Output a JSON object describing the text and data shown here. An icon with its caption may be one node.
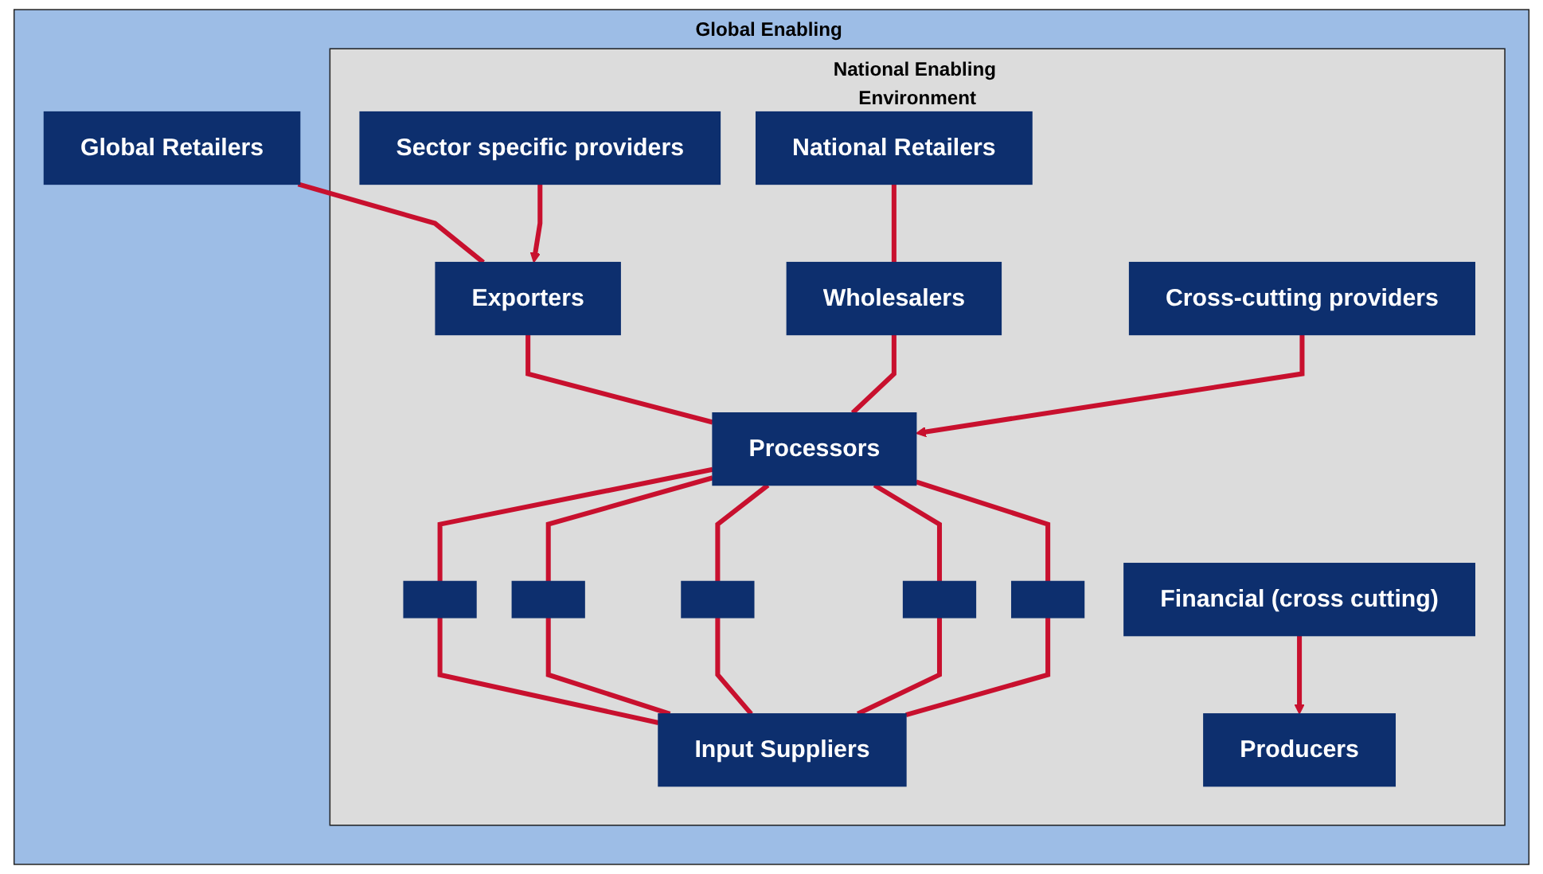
{
  "diagram": {
    "nodes": [
      {
        "text": [
          "Global Enabling Environment"
        ]
      },
      {
        "text": [
          "Global Retailers"
        ],
        "in": 0
      },
      {
        "text": [
          "National Enabling Environment"
        ],
        "in": 0
      },
      {
        "text": [
          "National Retailers"
        ],
        "in": 2
      },
      {
        "text": [
          "Sector specific providers"
        ],
        "in": 2
      },
      {
        "text": [
          "Exporters"
        ],
        "in": 2
      },
      {
        "text": [
          "Wholesalers"
        ],
        "in": 2
      },
      {
        "text": [
          "Cross-cutting providers"
        ],
        "in": 2
      },
      {
        "text": [
          "Processors"
        ],
        "in": 2
      },
      {
        "text": [
          "Producers"
        ],
        "in": 2
      },
      {
        "text": [],
        "shape": "box",
        "in": 2
      },
      {
        "text": [],
        "shape": "box",
        "in": 2
      },
      {
        "text": [],
        "shape": "box",
        "in": 2
      },
      {
        "text": [],
        "shape": "box",
        "in": 2
      },
      {
        "text": [],
        "shape": "box",
        "in": 2
      },
      {
        "text": [
          "Financial (cross cutting)"
        ],
        "in": 2
      },
      {
        "text": [
          "Input Suppliers"
        ],
        "in": 2
      }
    ],
    "edges": [
      {
        "from": 1,
        "to": 5,
        "arrow": "none"
      },
      {
        "from": 3,
        "to": 6,
        "arrow": "none"
      },
      {
        "from": 4,
        "to": 5,
        "arrow": "to"
      },
      {
        "from": 5,
        "to": 8,
        "arrow": "none"
      },
      {
        "from": 6,
        "to": 8,
        "arrow": "none"
      },
      {
        "from": 7,
        "to": 8,
        "arrow": "to"
      },
      {
        "from": 8,
        "to": 10,
        "arrow": "none"
      },
      {
        "from": 8,
        "to": 11,
        "arrow": "none"
      },
      {
        "from": 8,
        "to": 12,
        "arrow": "none"
      },
      {
        "from": 8,
        "to": 13,
        "arrow": "none"
      },
      {
        "from": 8,
        "to": 14,
        "arrow": "none"
      },
      {
        "from": 10,
        "to": 16,
        "arrow": "none"
      },
      {
        "from": 11,
        "to": 16,
        "arrow": "none"
      },
      {
        "from": 12,
        "to": 16,
        "arrow": "none"
      },
      {
        "from": 13,
        "to": 16,
        "arrow": "none"
      },
      {
        "from": 14,
        "to": 16,
        "arrow": "none"
      },
      {
        "from": 15,
        "to": 9,
        "arrow": "to"
      }
    ]
  }
}
